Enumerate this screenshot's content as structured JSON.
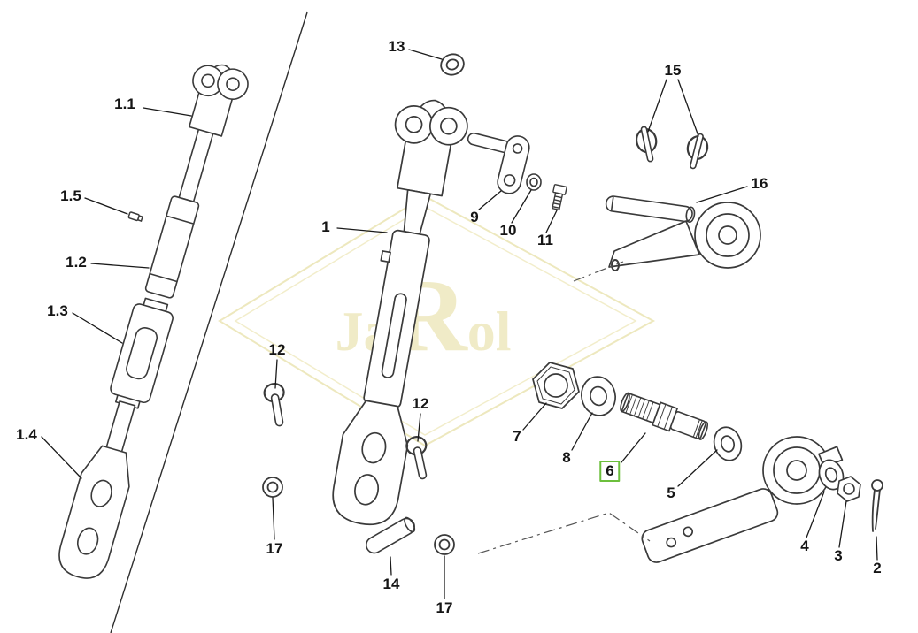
{
  "diagram": {
    "watermark": {
      "part1": "Ja",
      "part2": "R",
      "part3": "ol"
    },
    "highlight_color": "#6cbf3c",
    "line_color": "#3a3a3a",
    "background": "#ffffff"
  },
  "callouts": [
    {
      "label": "1.1"
    },
    {
      "label": "1.5"
    },
    {
      "label": "1.2"
    },
    {
      "label": "1.3"
    },
    {
      "label": "1.4"
    },
    {
      "label": "13"
    },
    {
      "label": "1"
    },
    {
      "label": "9"
    },
    {
      "label": "10"
    },
    {
      "label": "11"
    },
    {
      "label": "15"
    },
    {
      "label": "16"
    },
    {
      "label": "12"
    },
    {
      "label": "12"
    },
    {
      "label": "7"
    },
    {
      "label": "8"
    },
    {
      "label": "6",
      "highlighted": true
    },
    {
      "label": "5"
    },
    {
      "label": "17"
    },
    {
      "label": "14"
    },
    {
      "label": "17"
    },
    {
      "label": "4"
    },
    {
      "label": "3"
    },
    {
      "label": "2"
    }
  ]
}
